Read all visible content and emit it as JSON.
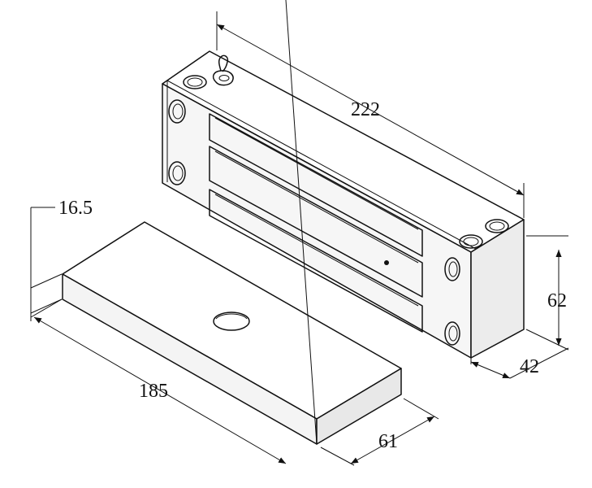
{
  "diagram": {
    "dimensions": {
      "magnet_length": "222",
      "magnet_height": "62",
      "magnet_depth": "42",
      "plate_length": "185",
      "plate_width": "61",
      "plate_thickness": "16.5"
    },
    "colors": {
      "line": "#111111",
      "face_light": "#ffffff",
      "face_mid": "#f2f2f2",
      "face_dark": "#e6e6e6"
    }
  }
}
